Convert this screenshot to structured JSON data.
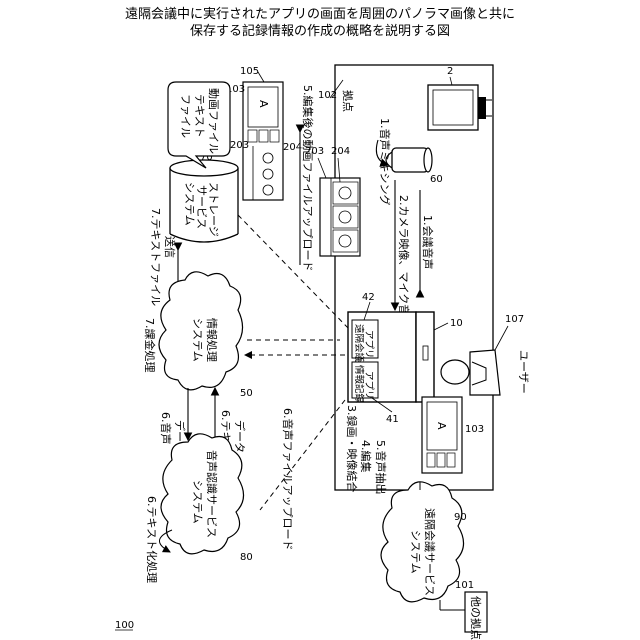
{
  "title": {
    "line1": "遠隔会議中に実行されたアプリの画面を周囲のパノラマ画像と共に",
    "line2": "保存する記録情報の作成の概略を説明する図"
  },
  "refs": {
    "r100": "100",
    "r2": "2",
    "r105": "105",
    "r103a": "103",
    "r103b": "103",
    "r102": "102",
    "r203a": "203",
    "r204a": "204",
    "r203b": "203",
    "r204b": "204",
    "r70": "70",
    "r60": "60",
    "r42": "42",
    "r10": "10",
    "r107": "107",
    "r41": "41",
    "r50": "50",
    "r80": "80",
    "r90": "90",
    "r101": "101"
  },
  "labels": {
    "kyoten": "拠点",
    "user": "ユーザー",
    "other_site": "他の拠点",
    "screen_letter_a": "A",
    "screen_letter_b": "A",
    "storage_1": "ストレージ",
    "storage_2": "サービス",
    "storage_3": "システム",
    "files_1": "動画ファイル",
    "files_2": "テキスト",
    "files_3": "ファイル",
    "info_1": "情報処理",
    "info_2": "システム",
    "speech_1": "音声認識サービス",
    "speech_2": "システム",
    "conf_1": "遠隔会議サービス",
    "conf_2": "システム",
    "app_conf_1": "遠隔会議",
    "app_conf_2": "アプリ",
    "app_rec_1": "情報記録",
    "app_rec_2": "アプリ"
  },
  "steps": {
    "s1_mix": "1.音声ミキシング",
    "s1_audio": "1.会議音声",
    "s2_cam": "2.カメラ映像、マイク音声",
    "s3_rec": "3.録画・映像結合",
    "s4_edit": "4.編集",
    "s5_extract": "5.音声抽出",
    "s5_upload": "5.編集後の動画ファイルアップロード",
    "s6_upload": "6.音声ファイルアップロード",
    "s6_audio_a": "6.音声",
    "s6_audio_b": "データ",
    "s6_text_a": "6.テキスト",
    "s6_text_b": "データ",
    "s6_textify": "6.テキスト化処理",
    "s7_billing": "7.課金処理",
    "s7_send_a": "7.テキストファイル",
    "s7_send_b": "送信"
  }
}
